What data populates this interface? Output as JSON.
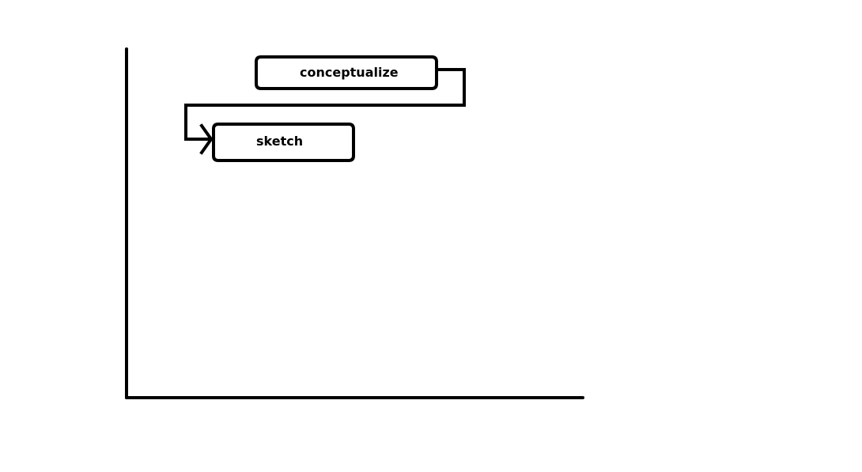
{
  "diagram": {
    "nodes": [
      {
        "id": "conceptualize",
        "label": "conceptualize"
      },
      {
        "id": "sketch",
        "label": "sketch"
      }
    ],
    "edges": [
      {
        "from": "conceptualize",
        "to": "sketch"
      }
    ]
  },
  "colors": {
    "stroke": "#000000",
    "background": "#ffffff"
  }
}
